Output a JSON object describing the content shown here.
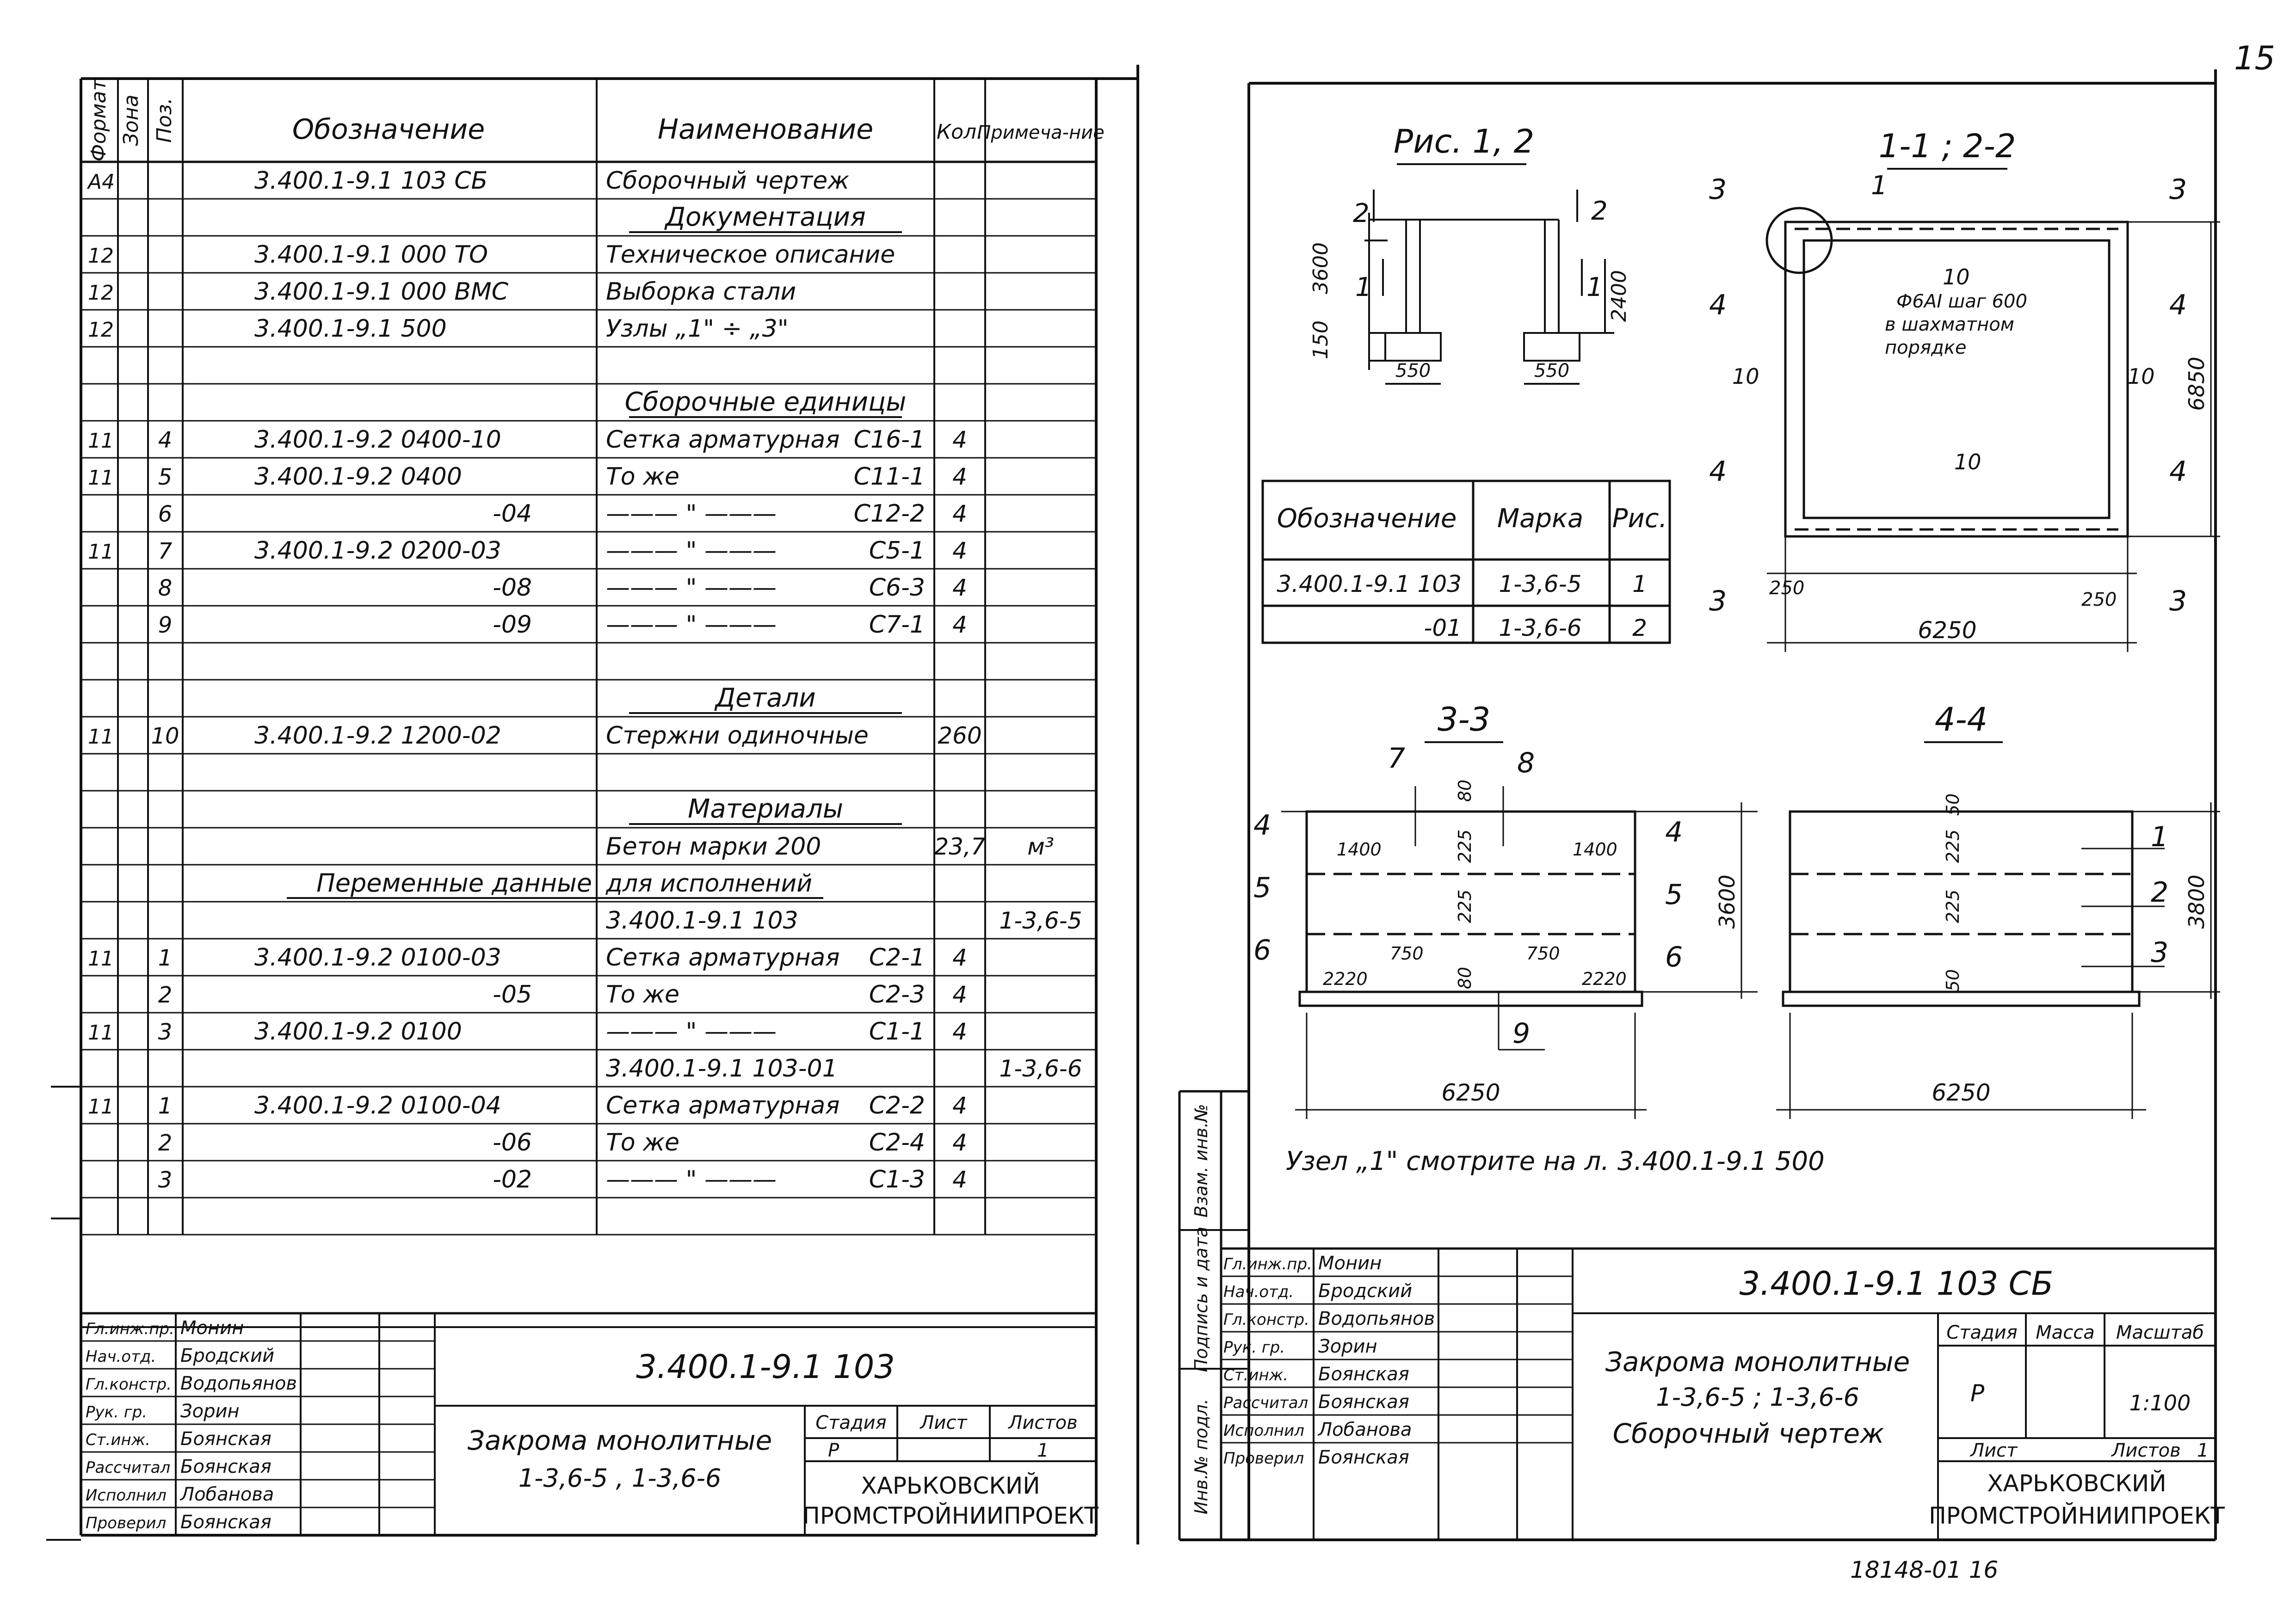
{
  "page_number": "15",
  "bottom_number": "18148-01 16",
  "left": {
    "headers": [
      "Формат",
      "Зона",
      "Поз.",
      "Обозначение",
      "Наименование",
      "Кол.",
      "Примеча-ние"
    ],
    "rows": [
      {
        "f": "A4",
        "z": "",
        "p": "",
        "d": "3.400.1-9.1 103 СБ",
        "n": "Сборочный чертеж",
        "q": "",
        "r": ""
      },
      {
        "f": "",
        "z": "",
        "p": "",
        "d": "",
        "n": "Документация",
        "q": "",
        "r": "",
        "section": true
      },
      {
        "f": "12",
        "z": "",
        "p": "",
        "d": "3.400.1-9.1 000 ТО",
        "n": "Техническое описание",
        "q": "",
        "r": ""
      },
      {
        "f": "12",
        "z": "",
        "p": "",
        "d": "3.400.1-9.1 000 ВМС",
        "n": "Выборка стали",
        "q": "",
        "r": ""
      },
      {
        "f": "12",
        "z": "",
        "p": "",
        "d": "3.400.1-9.1 500",
        "n": "Узлы „1\" ÷ „3\"",
        "q": "",
        "r": ""
      },
      {
        "f": "",
        "z": "",
        "p": "",
        "d": "",
        "n": "",
        "q": "",
        "r": ""
      },
      {
        "f": "",
        "z": "",
        "p": "",
        "d": "",
        "n": "Сборочные единицы",
        "q": "",
        "r": "",
        "section": true
      },
      {
        "f": "11",
        "z": "",
        "p": "4",
        "d": "3.400.1-9.2 0400-10",
        "n": "Сетка арматурная",
        "m": "С16-1",
        "q": "4",
        "r": ""
      },
      {
        "f": "11",
        "z": "",
        "p": "5",
        "d": "3.400.1-9.2 0400",
        "n": "То же",
        "m": "С11-1",
        "q": "4",
        "r": ""
      },
      {
        "f": "",
        "z": "",
        "p": "6",
        "d": "-04",
        "n": "——— \" ———",
        "m": "С12-2",
        "q": "4",
        "r": "",
        "dr": true
      },
      {
        "f": "11",
        "z": "",
        "p": "7",
        "d": "3.400.1-9.2 0200-03",
        "n": "——— \" ———",
        "m": "С5-1",
        "q": "4",
        "r": ""
      },
      {
        "f": "",
        "z": "",
        "p": "8",
        "d": "-08",
        "n": "——— \" ———",
        "m": "С6-3",
        "q": "4",
        "r": "",
        "dr": true
      },
      {
        "f": "",
        "z": "",
        "p": "9",
        "d": "-09",
        "n": "——— \" ———",
        "m": "С7-1",
        "q": "4",
        "r": "",
        "dr": true
      },
      {
        "f": "",
        "z": "",
        "p": "",
        "d": "",
        "n": "",
        "q": "",
        "r": ""
      },
      {
        "f": "",
        "z": "",
        "p": "",
        "d": "",
        "n": "Детали",
        "q": "",
        "r": "",
        "section": true
      },
      {
        "f": "11",
        "z": "",
        "p": "10",
        "d": "3.400.1-9.2 1200-02",
        "n": "Стержни одиночные",
        "q": "260",
        "r": ""
      },
      {
        "f": "",
        "z": "",
        "p": "",
        "d": "",
        "n": "",
        "q": "",
        "r": ""
      },
      {
        "f": "",
        "z": "",
        "p": "",
        "d": "",
        "n": "Материалы",
        "q": "",
        "r": "",
        "section": true
      },
      {
        "f": "",
        "z": "",
        "p": "",
        "d": "",
        "n": "Бетон марки 200",
        "q": "23,7",
        "r": "м³"
      },
      {
        "f": "",
        "z": "",
        "p": "",
        "d": "Переменные данные",
        "n": "для исполнений",
        "q": "",
        "r": "",
        "variable": true
      },
      {
        "f": "",
        "z": "",
        "p": "",
        "d": "",
        "n": "3.400.1-9.1 103",
        "q": "",
        "r": "1-3,6-5"
      },
      {
        "f": "11",
        "z": "",
        "p": "1",
        "d": "3.400.1-9.2 0100-03",
        "n": "Сетка арматурная",
        "m": "С2-1",
        "q": "4",
        "r": ""
      },
      {
        "f": "",
        "z": "",
        "p": "2",
        "d": "-05",
        "n": "То же",
        "m": "С2-3",
        "q": "4",
        "r": "",
        "dr": true
      },
      {
        "f": "11",
        "z": "",
        "p": "3",
        "d": "3.400.1-9.2 0100",
        "n": "——— \" ———",
        "m": "С1-1",
        "q": "4",
        "r": ""
      },
      {
        "f": "",
        "z": "",
        "p": "",
        "d": "",
        "n": "3.400.1-9.1 103-01",
        "q": "",
        "r": "1-3,6-6"
      },
      {
        "f": "11",
        "z": "",
        "p": "1",
        "d": "3.400.1-9.2 0100-04",
        "n": "Сетка арматурная",
        "m": "С2-2",
        "q": "4",
        "r": ""
      },
      {
        "f": "",
        "z": "",
        "p": "2",
        "d": "-06",
        "n": "То же",
        "m": "С2-4",
        "q": "4",
        "r": "",
        "dr": true
      },
      {
        "f": "",
        "z": "",
        "p": "3",
        "d": "-02",
        "n": "——— \" ———",
        "m": "С1-3",
        "q": "4",
        "r": "",
        "dr": true
      },
      {
        "f": "",
        "z": "",
        "p": "",
        "d": "",
        "n": "",
        "q": "",
        "r": ""
      }
    ],
    "stamp": {
      "roles": [
        "Гл.инж.пр.",
        "Нач.отд.",
        "Гл.констр.",
        "Рук. гр.",
        "Ст.инж.",
        "Рассчитал",
        "Исполнил",
        "Проверил"
      ],
      "names": [
        "Монин",
        "Бродский",
        "Водопьянов",
        "Зорин",
        "Боянская",
        "Боянская",
        "Лобанова",
        "Боянская"
      ],
      "code": "3.400.1-9.1 103",
      "title_l1": "Закрома монолитные",
      "title_l2": "1-3,6-5 , 1-3,6-6",
      "stage_h": "Стадия",
      "sheet_h": "Лист",
      "sheets_h": "Листов",
      "stage": "Р",
      "sheets": "1",
      "org1": "ХАРЬКОВСКИЙ",
      "org2": "ПРОМСТРОЙНИИПРОЕКТ"
    }
  },
  "right": {
    "fig12_title": "Рис. 1, 2",
    "sec11_title": "1-1 ; 2-2",
    "sec33_title": "3-3",
    "sec44_title": "4-4",
    "marks_table": {
      "headers": [
        "Обозначение",
        "Марка",
        "Рис."
      ],
      "rows": [
        [
          "3.400.1-9.1 103",
          "1-3,6-5",
          "1"
        ],
        [
          "-01",
          "1-3,6-6",
          "2"
        ]
      ]
    },
    "dims": {
      "d3600": "3600",
      "d150": "150",
      "d2400": "2400",
      "d550": "550",
      "d6250": "6250",
      "d250": "250",
      "d6850": "6850",
      "d10": "10",
      "d1": "1",
      "d80": "80",
      "d225": "225",
      "d1400": "1400",
      "d750": "750",
      "d2220": "2220",
      "d50": "50",
      "d3800": "3800"
    },
    "rebar_note_l1": "Ф6AI шаг 600",
    "rebar_note_l2": "в шахматном",
    "rebar_note_l3": "порядке",
    "marks": [
      "1",
      "2",
      "3",
      "4",
      "5",
      "6",
      "7",
      "8",
      "9"
    ],
    "node_note": "Узел „1\" смотрите на л. 3.400.1-9.1 500",
    "side_labels": [
      "Инв.№ подл.",
      "Подпись и дата",
      "Взам. инв.№"
    ],
    "stamp": {
      "code": "3.400.1-9.1 103 СБ",
      "title_l1": "Закрома монолитные",
      "title_l2": "1-3,6-5 ; 1-3,6-6",
      "title_l3": "Сборочный чертеж",
      "stage_h": "Стадия",
      "mass_h": "Масса",
      "scale_h": "Масштаб",
      "stage": "Р",
      "scale": "1:100",
      "sheet_h": "Лист",
      "sheets_h": "Листов",
      "sheets": "1",
      "org1": "ХАРЬКОВСКИЙ",
      "org2": "ПРОМСТРОЙНИИПРОЕКТ"
    }
  }
}
